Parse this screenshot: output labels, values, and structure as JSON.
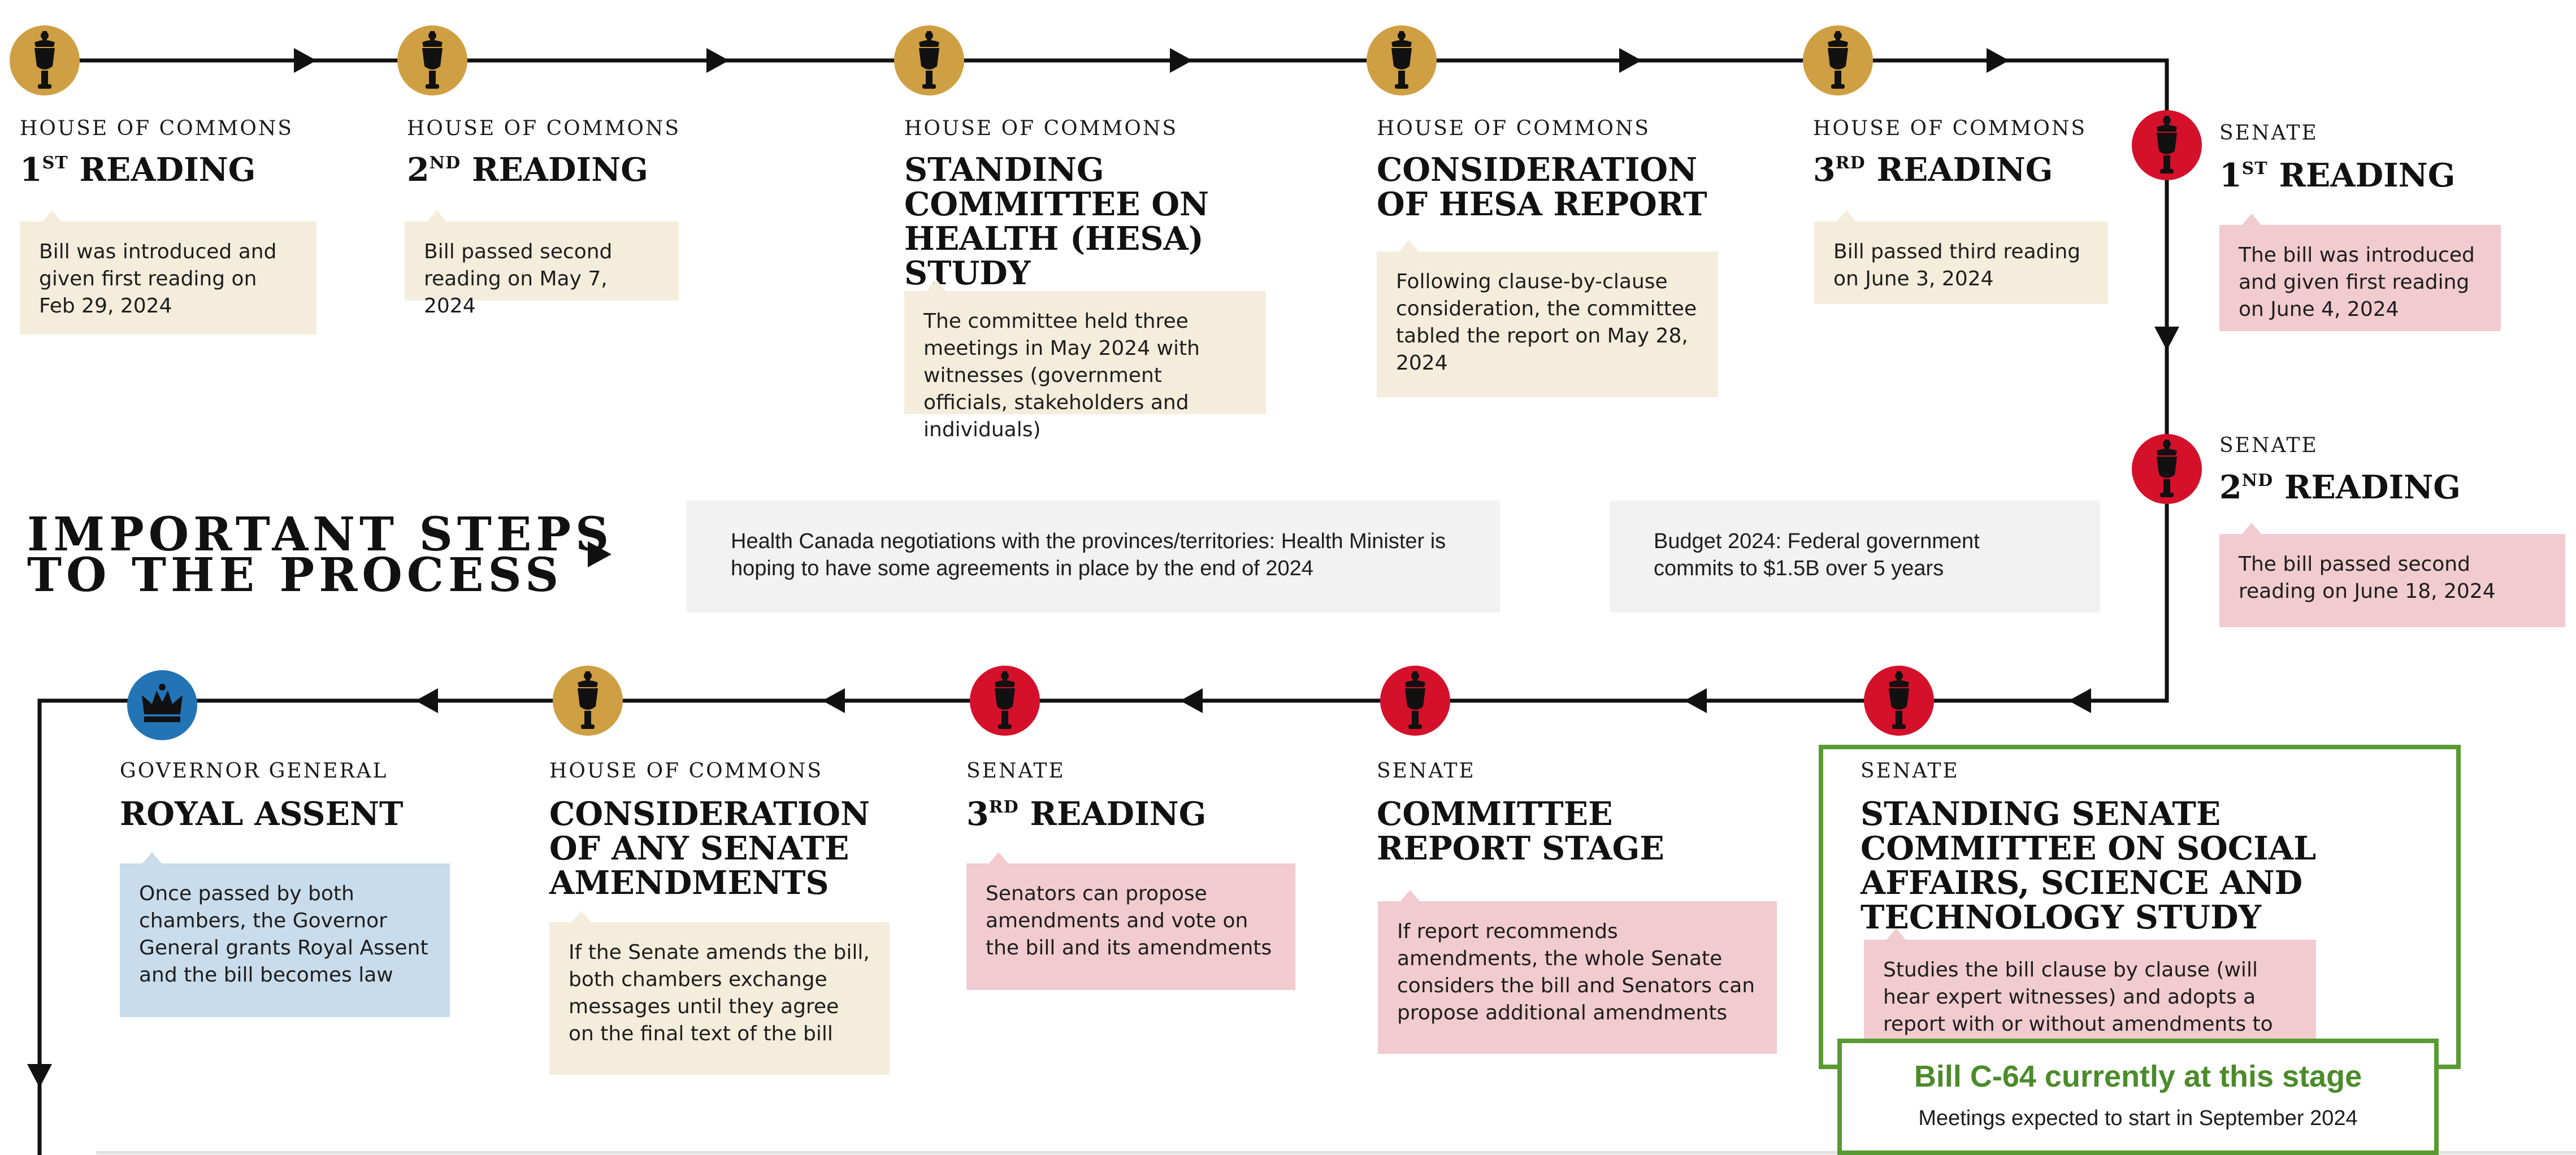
{
  "colors": {
    "commons_gold": "#cf9f43",
    "senate_red": "#d5102b",
    "governor_blue": "#2374b5",
    "cream_box": "#f5eddc",
    "pink_box": "#f1cbcf",
    "blue_box": "#c9dceb",
    "current_green": "#5a9a33"
  },
  "heading": "IMPORTANT STEPS\nTO THE PROCESS",
  "notes": [
    "Health Canada negotiations with the provinces/territories: Health Minister is hoping to have some agreements in place by the end of 2024",
    "Budget 2024: Federal government commits to $1.5B over 5 years"
  ],
  "stages": [
    {
      "icon": "mace-icon",
      "chamber": "HOUSE OF COMMONS",
      "num": "1",
      "ord": "ST",
      "title": "READING",
      "desc": "Bill was introduced and given first reading on Feb 29, 2024"
    },
    {
      "icon": "mace-icon",
      "chamber": "HOUSE OF COMMONS",
      "num": "2",
      "ord": "ND",
      "title": "READING",
      "desc": "Bill passed second reading on May 7, 2024"
    },
    {
      "icon": "mace-icon",
      "chamber": "HOUSE OF COMMONS",
      "title": "STANDING COMMITTEE ON HEALTH (HESA) STUDY",
      "desc": "The committee held three meetings in May 2024 with witnesses (government officials, stakeholders and individuals)"
    },
    {
      "icon": "mace-icon",
      "chamber": "HOUSE OF COMMONS",
      "title": "CONSIDERATION OF HESA REPORT",
      "desc": "Following clause-by-clause consideration, the committee tabled the report on May 28, 2024"
    },
    {
      "icon": "mace-icon",
      "chamber": "HOUSE OF COMMONS",
      "num": "3",
      "ord": "RD",
      "title": "READING",
      "desc": "Bill passed third reading on June 3, 2024"
    },
    {
      "icon": "senate-mace-icon",
      "chamber": "SENATE",
      "num": "1",
      "ord": "ST",
      "title": "READING",
      "desc": "The bill was introduced and given first reading on June 4, 2024"
    },
    {
      "icon": "senate-mace-icon",
      "chamber": "SENATE",
      "num": "2",
      "ord": "ND",
      "title": "READING",
      "desc": "The bill passed second reading on June 18, 2024"
    },
    {
      "icon": "senate-mace-icon",
      "chamber": "SENATE",
      "title": "STANDING SENATE COMMITTEE ON SOCIAL AFFAIRS, SCIENCE AND TECHNOLOGY STUDY",
      "desc": "Studies the bill clause by clause (will hear expert witnesses) and adopts a report with or without amendments to the bill"
    },
    {
      "icon": "senate-mace-icon",
      "chamber": "SENATE",
      "title": "COMMITTEE REPORT STAGE",
      "desc": "If report recommends amendments, the whole Senate considers the bill and Senators can propose additional amendments"
    },
    {
      "icon": "senate-mace-icon",
      "chamber": "SENATE",
      "num": "3",
      "ord": "RD",
      "title": "READING",
      "desc": "Senators can propose amendments and vote on the bill and its amendments"
    },
    {
      "icon": "mace-icon",
      "chamber": "HOUSE OF COMMONS",
      "title": "CONSIDERATION OF ANY SENATE AMENDMENTS",
      "desc": "If the Senate amends the bill, both chambers exchange messages until they agree on the final text of the bill"
    },
    {
      "icon": "crown-icon",
      "chamber": "GOVERNOR GENERAL",
      "title": "ROYAL ASSENT",
      "desc": "Once passed by both chambers, the Governor General grants Royal Assent and the bill becomes law"
    }
  ],
  "current": {
    "title": "Bill C-64 currently at this stage",
    "subtitle": "Meetings expected to start in September 2024"
  }
}
